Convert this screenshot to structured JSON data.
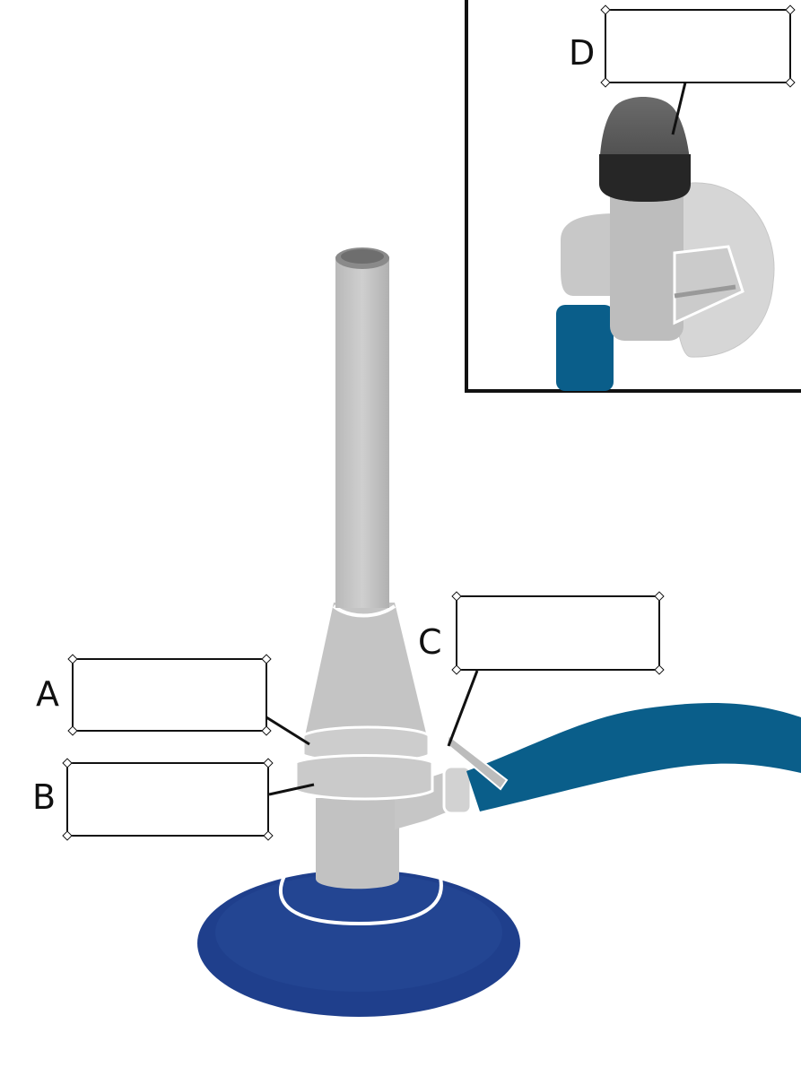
{
  "labels": {
    "a": "A",
    "b": "B",
    "c": "C",
    "d": "D"
  },
  "colors": {
    "tube": "#c4c4c4",
    "hose": "#0a5e8a",
    "base": "#1f3f8c",
    "knob": "#2e2e2e"
  }
}
